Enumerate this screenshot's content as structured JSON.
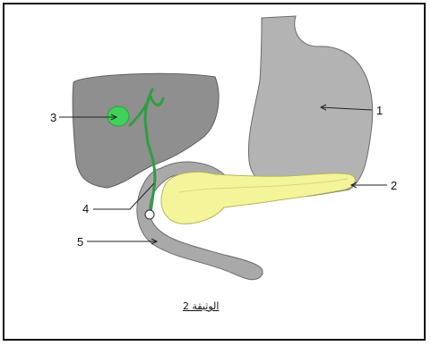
{
  "labels": {
    "l1": "1",
    "l2": "2",
    "l3": "3",
    "l4": "4",
    "l5": "5"
  },
  "caption": "الوثيقة 2",
  "colors": {
    "liver": "#8f8f8f",
    "stomach": "#b3b3b3",
    "pancreas": "#f4f49a",
    "gallbladder": "#3fd15a",
    "duct": "#2e9e42",
    "duodenum": "#a9a9a9",
    "frame": "#111111"
  }
}
